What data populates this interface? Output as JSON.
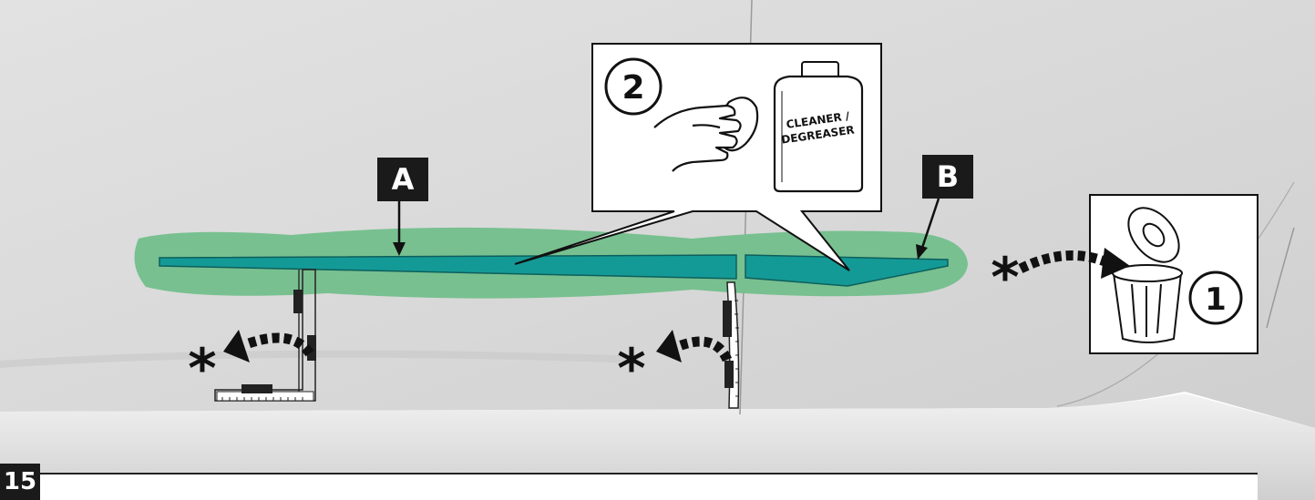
{
  "step_number": "15",
  "labels": {
    "a": "A",
    "b": "B"
  },
  "callouts": {
    "clean_step": "2",
    "discard_step": "1"
  },
  "can_label": {
    "line1": "CLEANER /",
    "line2": "DEGREASER"
  },
  "asterisk": "*",
  "colors": {
    "panel_bg": "#dcdcdc",
    "highlight_zone": "#78c090",
    "trim_strip": "#149a96",
    "label_box": "#1a1a1a",
    "callout_bg": "#ffffff"
  },
  "icons": [
    "hand-wipe-icon",
    "cleaner-can-icon",
    "trash-can-icon",
    "ruler-tool-icon",
    "curved-arrow-icon"
  ]
}
